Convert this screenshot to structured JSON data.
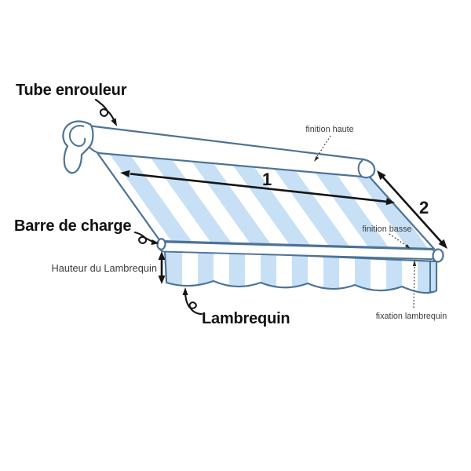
{
  "diagram": {
    "background_color": "#ffffff",
    "colors": {
      "stripe_blue": "#c7e0f5",
      "outline_blue": "#4c7396",
      "arrow_black": "#151515",
      "label_black": "#111111",
      "small_label_gray": "#3b3b3b"
    },
    "part_labels": {
      "roller_tube": "Tube enrouleur",
      "load_bar": "Barre de charge",
      "valance": "Lambrequin"
    },
    "detail_labels": {
      "top_finish": "finition haute",
      "bottom_finish": "finition basse",
      "valance_fixing": "fixation lambrequin",
      "valance_height": "Hauteur du Lambrequin"
    },
    "measure_markers": {
      "width": "1",
      "projection": "2"
    }
  }
}
